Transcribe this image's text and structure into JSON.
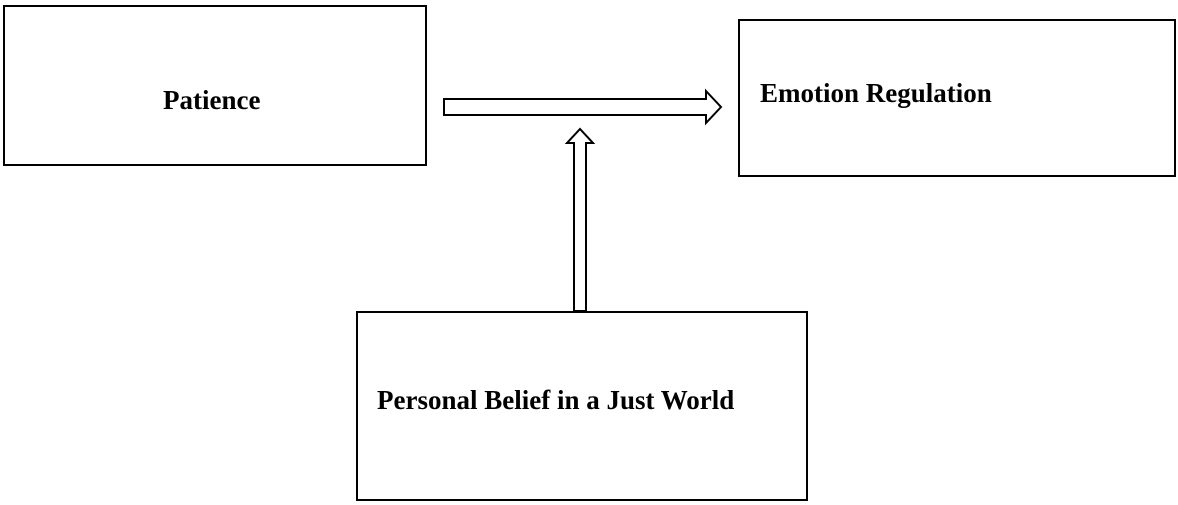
{
  "diagram": {
    "nodes": {
      "patience": {
        "label": "Patience"
      },
      "emotion_regulation": {
        "label": "Emotion Regulation"
      },
      "belief_just_world": {
        "label": "Personal Belief in a Just World"
      }
    },
    "edges": [
      {
        "from": "patience",
        "to": "emotion_regulation",
        "style": "hollow-double-arrow"
      },
      {
        "from": "belief_just_world",
        "to": "patience-emotion_regulation-path",
        "style": "hollow-double-arrow"
      }
    ],
    "colors": {
      "stroke": "#000000",
      "fill": "#ffffff"
    }
  }
}
